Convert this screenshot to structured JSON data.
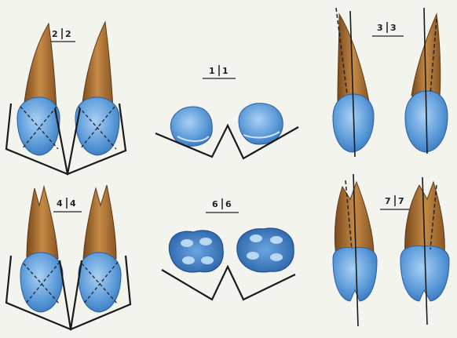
{
  "labels": {
    "pair_2": [
      "2",
      "2"
    ],
    "pair_1": [
      "1",
      "1"
    ],
    "pair_3": [
      "3",
      "3"
    ],
    "pair_4": [
      "4",
      "4"
    ],
    "pair_6": [
      "6",
      "6"
    ],
    "pair_7": [
      "7",
      "7"
    ]
  },
  "colors": {
    "background": "#f4f4ee",
    "crown": "#5b9ad8",
    "crown_dark": "#2f6fb8",
    "root": "#b87a3a",
    "root_dark": "#6e4418",
    "line": "#1a1a1a"
  }
}
